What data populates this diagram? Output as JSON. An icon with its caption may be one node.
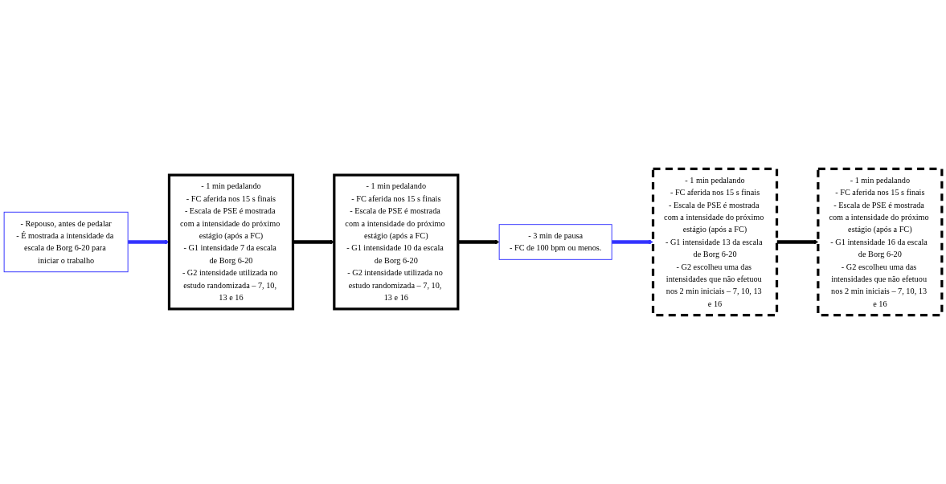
{
  "diagram": {
    "nodes": [
      {
        "text": [
          "- Repouso, antes de pedalar",
          "- É mostrada a intensidade da escala de Borg 6-20 para iniciar o trabalho"
        ]
      },
      {
        "text": [
          "- 1 min pedalando",
          "- FC aferida nos 15 s finais",
          "- Escala de PSE é mostrada com a intensidade do próximo estágio (após a FC)",
          "- G1 intensidade 7 da escala de Borg 6-20",
          "- G2 intensidade utilizada no estudo randomizada – 7, 10, 13 e 16"
        ]
      },
      {
        "text": [
          "- 1 min pedalando",
          "- FC aferida nos 15 s finais",
          "- Escala de PSE é mostrada com a intensidade do próximo estágio (após a FC)",
          "- G1 intensidade 10 da escala de Borg 6-20",
          "- G2 intensidade utilizada no estudo randomizada – 7, 10, 13 e 16"
        ]
      },
      {
        "text": [
          "- 3 min de pausa",
          "- FC de 100 bpm ou menos."
        ]
      },
      {
        "text": [
          "- 1 min pedalando",
          "- FC aferida nos 15 s finais",
          "- Escala de PSE é mostrada com a intensidade do próximo estágio (após a FC)",
          "- G1 intensidade 13 da escala de Borg 6-20",
          "- G2 escolheu uma das intensidades que não efetuou nos 2 min iniciais – 7, 10, 13 e 16"
        ]
      },
      {
        "text": [
          "- 1 min pedalando",
          "- FC aferida nos 15 s finais",
          "- Escala de PSE é mostrada com a intensidade do próximo estágio (após a FC)",
          "- G1 intensidade 16 da escala de Borg 6-20",
          "- G2 escolheu uma das intensidades que não efetuou nos 2 min iniciais – 7, 10, 13 e 16"
        ]
      }
    ],
    "edges": [
      {
        "from": 0,
        "to": 1,
        "arrow": "to",
        "color": "#3333ff"
      },
      {
        "from": 1,
        "to": 2,
        "arrow": "to"
      },
      {
        "from": 2,
        "to": 3,
        "arrow": "to"
      },
      {
        "from": 3,
        "to": 4,
        "arrow": "to",
        "color": "#3333ff"
      },
      {
        "from": 4,
        "to": 5,
        "arrow": "to"
      }
    ]
  }
}
